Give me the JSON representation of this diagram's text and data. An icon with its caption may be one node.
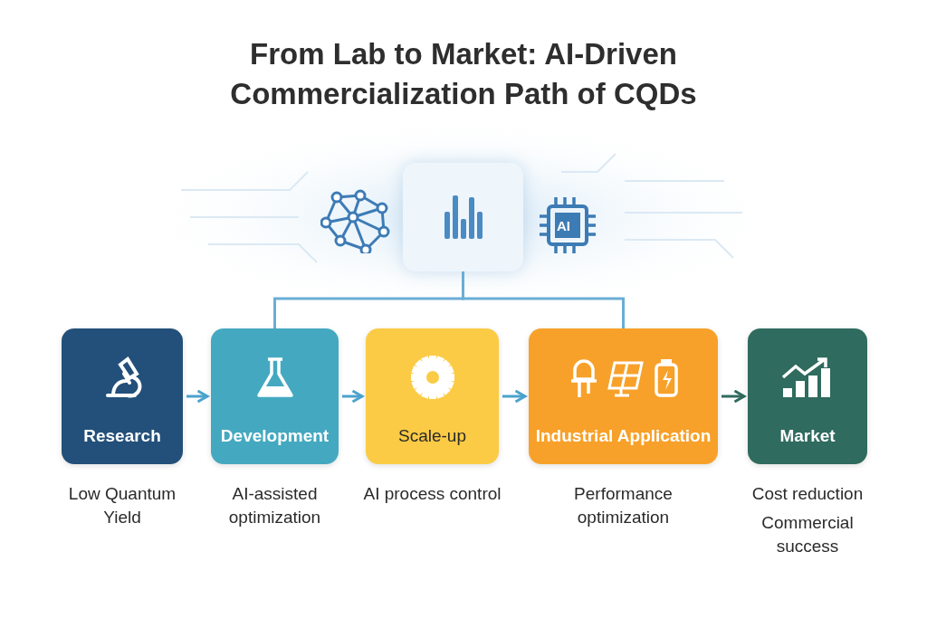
{
  "diagram": {
    "title": "From Lab to Market: AI-Driven Commercialization Path of CQDs",
    "nodes": [
      {
        "text": [
          "Research"
        ],
        "beside": [
          "Low Quantum Yield"
        ]
      },
      {
        "text": [
          "Development"
        ],
        "beside": [
          "AI-assisted optimization"
        ]
      },
      {
        "text": [
          "Scale-up"
        ],
        "beside": [
          "AI process control"
        ]
      },
      {
        "text": [
          "Industrial Application"
        ],
        "beside": [
          "Performance optimization"
        ]
      },
      {
        "text": [
          "Market"
        ],
        "beside": [
          "Cost reduction",
          "Commercial success"
        ]
      },
      {
        "text": [],
        "shape": "box"
      }
    ],
    "edges": [
      {
        "from": 0,
        "to": 1,
        "arrow": "to"
      },
      {
        "from": 1,
        "to": 2,
        "arrow": "to"
      },
      {
        "from": 2,
        "to": 3,
        "arrow": "to"
      },
      {
        "from": 3,
        "to": 4,
        "arrow": "to",
        "color": "#2f6b5e"
      },
      {
        "from": 5,
        "to": 1,
        "arrow": "none"
      },
      {
        "from": 5,
        "to": 3,
        "arrow": "none"
      }
    ],
    "labels": [
      "AI"
    ]
  }
}
